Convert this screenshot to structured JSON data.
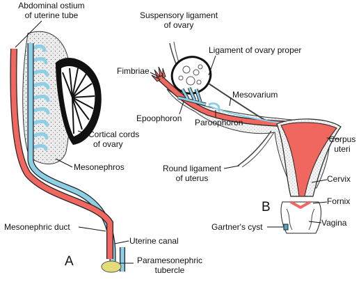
{
  "labels": {
    "abdominal_ostium_1": "Abdominal ostium",
    "abdominal_ostium_2": "of uterine tube",
    "suspensory_1": "Suspensory ligament",
    "suspensory_2": "of ovary",
    "lig_ovary_proper": "Ligament of ovary proper",
    "fimbriae": "Fimbriae",
    "mesovarium": "Mesovarium",
    "epoophoron": "Epoophoron",
    "paroophoron": "Paroophoron",
    "cortical_1": "Cortical cords",
    "cortical_2": "of ovary",
    "corpus_1": "Corpus",
    "corpus_2": "uteri",
    "mesonephros": "Mesonephros",
    "round_lig_1": "Round ligament",
    "round_lig_2": "of uterus",
    "cervix": "Cervix",
    "fornix": "Fornix",
    "gartner": "Gartner's cyst",
    "vagina": "Vagina",
    "mesonephric_duct": "Mesonephric duct",
    "uterine_canal": "Uterine canal",
    "paramesonephric_1": "Paramesonephric",
    "paramesonephric_2": "tubercle",
    "panel_a": "A",
    "panel_b": "B"
  },
  "colors": {
    "paramesonephric_red": "#f0675f",
    "mesonephric_blue": "#8dd0e6",
    "stipple_gray": "#d9d9d9",
    "tubercle_yellow": "#e3dc7a",
    "outline": "#111111"
  }
}
